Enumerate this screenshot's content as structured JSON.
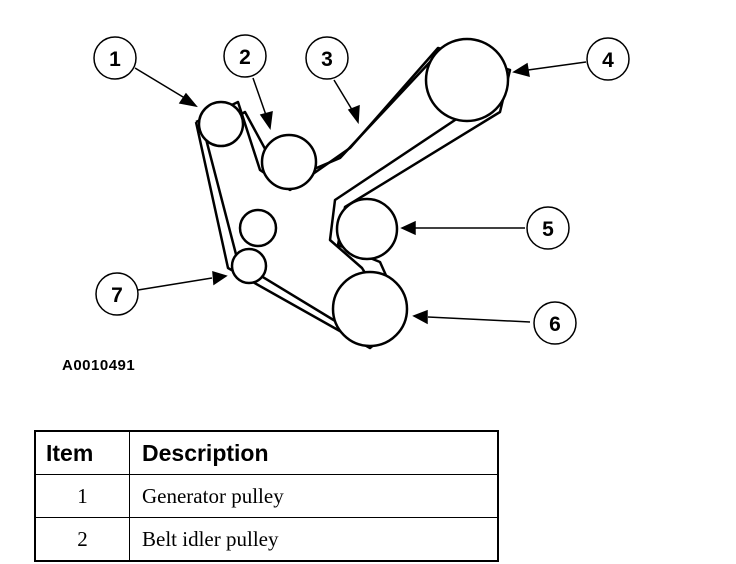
{
  "diagram": {
    "callouts": [
      "1",
      "2",
      "3",
      "4",
      "5",
      "6",
      "7"
    ],
    "figure_id": "A0010491"
  },
  "legend": {
    "headers": {
      "item": "Item",
      "description": "Description"
    },
    "rows": [
      {
        "item": "1",
        "description": "Generator pulley"
      },
      {
        "item": "2",
        "description": "Belt idler pulley"
      }
    ]
  }
}
